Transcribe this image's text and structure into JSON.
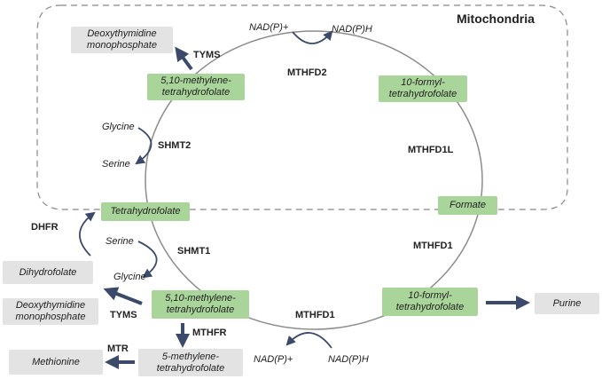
{
  "compartment": {
    "label": "Mitochondria"
  },
  "nodes": {
    "m_methylene": "5,10-methylene-\ntetrahydrofolate",
    "m_formyl": "10-formyl-\ntetrahydrofolate",
    "formate": "Formate",
    "thf": "Tetrahydrofolate",
    "c_methylene": "5,10-methylene-\ntetrahydrofolate",
    "c_formyl": "10-formyl-\ntetrahydrofolate",
    "methyl_thf": "5-methylene-\ntetrahydrofolate",
    "dtmp_m": "Deoxythymidine\nmonophosphate",
    "dtmp_c": "Deoxythymidine\nmonophosphate",
    "dihydrofolate": "Dihydrofolate",
    "methionine": "Methionine",
    "purine": "Purine"
  },
  "enzymes": {
    "mthfd2": "MTHFD2",
    "mthfd1l": "MTHFD1L",
    "mthfd1_right": "MTHFD1",
    "mthfd1_bottom": "MTHFD1",
    "shmt2": "SHMT2",
    "shmt1": "SHMT1",
    "tyms_m": "TYMS",
    "tyms_c": "TYMS",
    "dhfr": "DHFR",
    "mthfr": "MTHFR",
    "mtr": "MTR"
  },
  "cofactors": {
    "nadp_top": "NAD(P)+",
    "nadph_top": "NAD(P)H",
    "nadp_bottom": "NAD(P)+",
    "nadph_bottom": "NAD(P)H",
    "glycine_m": "Glycine",
    "serine_m": "Serine",
    "serine_c": "Serine",
    "glycine_c": "Glycine"
  },
  "colors": {
    "node": "#a9d59a",
    "product": "#e3e3e3",
    "arrow": "#3b4a6b",
    "cycle": "#8c8c8c"
  }
}
